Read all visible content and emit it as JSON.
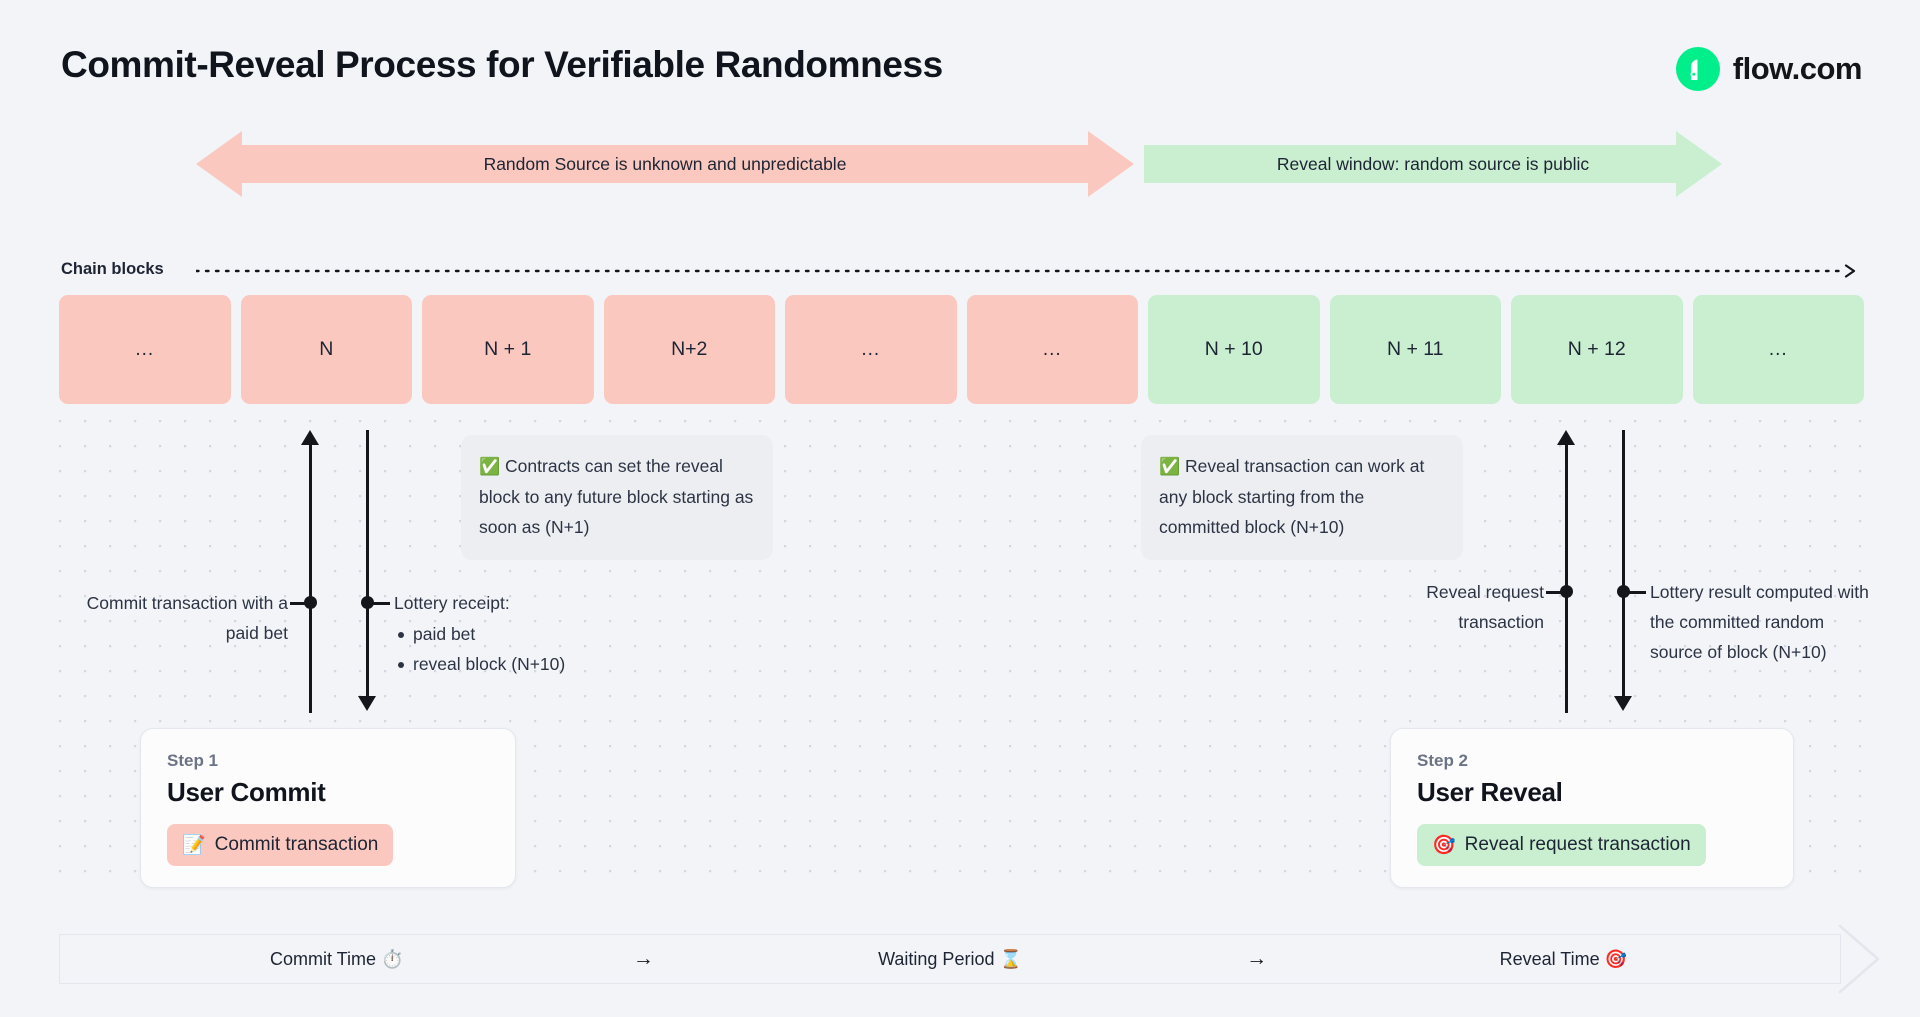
{
  "header": {
    "title": "Commit-Reveal Process for Verifiable Randomness",
    "brand_name": "flow.com",
    "brand_icon": "flow-logo-icon",
    "brand_color": "#00ef8b"
  },
  "banners": [
    {
      "text": "Random Source is unknown and unpredictable",
      "color": "#fbc8c0",
      "shape": "double-arrow",
      "name": "unpredictable-window-banner"
    },
    {
      "text": "Reveal window: random source is public",
      "color": "#c9efd0",
      "shape": "right-arrow",
      "name": "reveal-window-banner"
    }
  ],
  "chain": {
    "label": "Chain blocks",
    "blocks": [
      {
        "label": "...",
        "state": "pink"
      },
      {
        "label": "N",
        "state": "pink"
      },
      {
        "label": "N + 1",
        "state": "pink"
      },
      {
        "label": "N+2",
        "state": "pink"
      },
      {
        "label": "...",
        "state": "pink"
      },
      {
        "label": "...",
        "state": "pink"
      },
      {
        "label": "N + 10",
        "state": "green"
      },
      {
        "label": "N + 11",
        "state": "green"
      },
      {
        "label": "N + 12",
        "state": "green"
      },
      {
        "label": "...",
        "state": "green"
      }
    ]
  },
  "callouts": [
    {
      "emoji": "✅",
      "text": "Contracts can set the reveal block to any future block starting as soon as (N+1)",
      "name": "callout-contracts-set-reveal-block"
    },
    {
      "emoji": "✅",
      "text": "Reveal transaction can work at any block starting from the committed block (N+10)",
      "name": "callout-reveal-transaction-window"
    }
  ],
  "annotations": {
    "commit_transaction": "Commit transaction with a paid bet",
    "lottery_receipt_title": "Lottery receipt:",
    "lottery_receipt_items": [
      "paid bet",
      "reveal block (N+10)"
    ],
    "reveal_request": "Reveal request transaction",
    "lottery_result": "Lottery result computed with the committed random source of block (N+10)"
  },
  "steps": [
    {
      "kicker": "Step 1",
      "title": "User Commit",
      "pill_emoji": "📝",
      "pill_label": "Commit transaction",
      "pill_color": "#fbc8c0",
      "name": "step-card-user-commit"
    },
    {
      "kicker": "Step 2",
      "title": "User Reveal",
      "pill_emoji": "🎯",
      "pill_label": "Reveal request transaction",
      "pill_color": "#c9efd0",
      "name": "step-card-user-reveal"
    }
  ],
  "timeline": {
    "segments": [
      {
        "label": "Commit Time ⏱️",
        "name": "timeline-segment-commit-time"
      },
      {
        "label": "Waiting Period ⌛",
        "name": "timeline-segment-waiting-period"
      },
      {
        "label": "Reveal Time 🎯",
        "name": "timeline-segment-reveal-time"
      }
    ],
    "arrow": "→"
  }
}
